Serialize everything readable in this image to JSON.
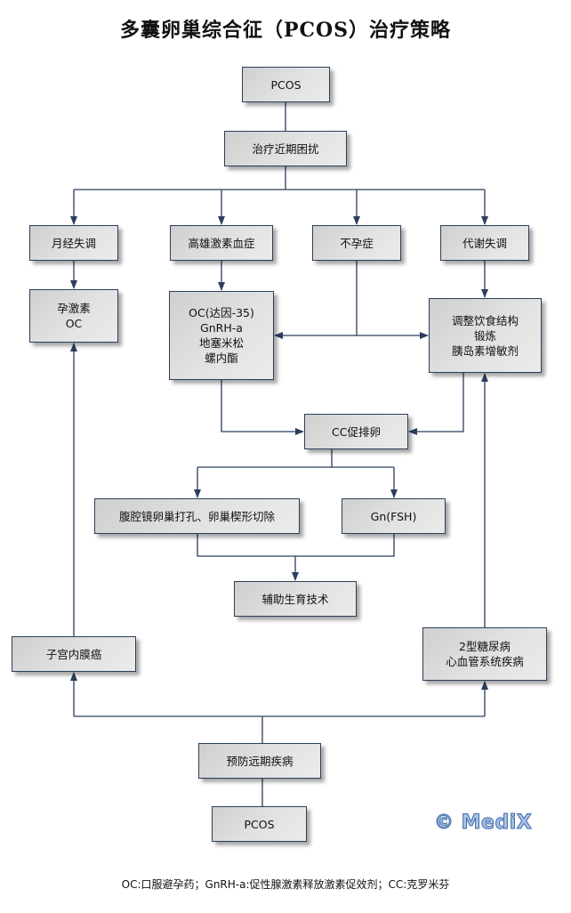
{
  "title": "多囊卵巢综合征（PCOS）治疗策略",
  "nodes": {
    "pcos_top": {
      "lines": [
        "PCOS"
      ]
    },
    "short_term": {
      "lines": [
        "治疗近期困扰"
      ]
    },
    "menstrual": {
      "lines": [
        "月经失调"
      ]
    },
    "hyperandrogen": {
      "lines": [
        "高雄激素血症"
      ]
    },
    "infertility": {
      "lines": [
        "不孕症"
      ]
    },
    "metabolic": {
      "lines": [
        "代谢失调"
      ]
    },
    "progestin": {
      "lines": [
        "孕激素",
        "OC"
      ]
    },
    "androgen_tx": {
      "lines": [
        "OC(达因-35)",
        "GnRH-a",
        "地塞米松",
        "螺内酯"
      ]
    },
    "lifestyle": {
      "lines": [
        "调整饮食结构",
        "锻炼",
        "胰岛素增敏剂"
      ]
    },
    "cc": {
      "lines": [
        "CC促排卵"
      ]
    },
    "laparoscopy": {
      "lines": [
        "腹腔镜卵巢打孔、卵巢楔形切除"
      ]
    },
    "gn": {
      "lines": [
        "Gn(FSH)"
      ]
    },
    "art": {
      "lines": [
        "辅助生育技术"
      ]
    },
    "endometrial": {
      "lines": [
        "子宫内膜癌"
      ]
    },
    "diabetes": {
      "lines": [
        "2型糖尿病",
        "心血管系统疾病"
      ]
    },
    "long_term": {
      "lines": [
        "预防远期疾病"
      ]
    },
    "pcos_bottom": {
      "lines": [
        "PCOS"
      ]
    }
  },
  "legend": "OC:口服避孕药；GnRH-a:促性腺激素释放激素促效剂；CC:克罗米芬",
  "watermark": "© MediX",
  "colors": {
    "line": "#2b3f5c",
    "border": "#2b3f5c",
    "watermark": "#a9c3e6"
  }
}
